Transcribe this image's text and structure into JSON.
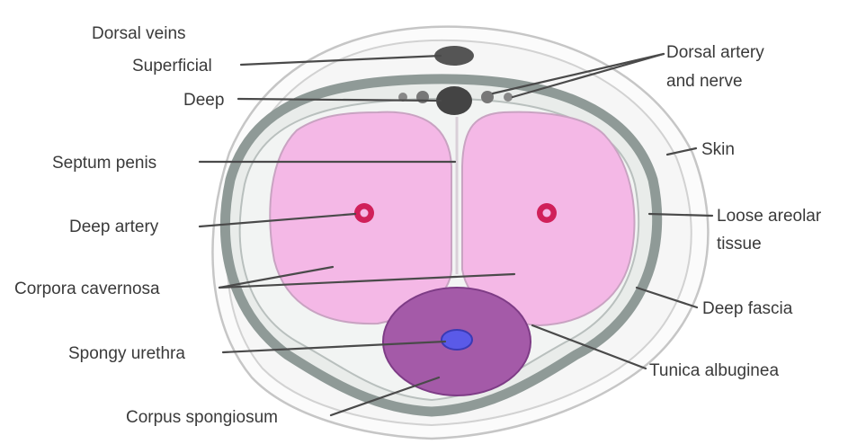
{
  "labels": {
    "dorsal_veins": "Dorsal veins",
    "superficial": "Superficial",
    "deep": "Deep",
    "dorsal_artery_line1": "Dorsal artery",
    "dorsal_artery_line2": "and nerve",
    "septum_penis": "Septum penis",
    "skin": "Skin",
    "deep_artery": "Deep artery",
    "loose_areolar_line1": "Loose areolar",
    "loose_areolar_line2": "tissue",
    "corpora_cavernosa": "Corpora cavernosa",
    "deep_fascia": "Deep fascia",
    "spongy_urethra": "Spongy urethra",
    "tunica_albuginea": "Tunica albuginea",
    "corpus_spongiosum": "Corpus spongiosum"
  },
  "colors": {
    "skin_outline": "#c8c8c8",
    "areolar": "#f4f4f4",
    "deep_fascia": "#8f9a97",
    "cavernosa_fill": "#f4b8e6",
    "spongiosum_fill": "#a45aa8",
    "urethra": "#5a5ae8",
    "artery": "#d0205a",
    "vein": "#555555"
  }
}
